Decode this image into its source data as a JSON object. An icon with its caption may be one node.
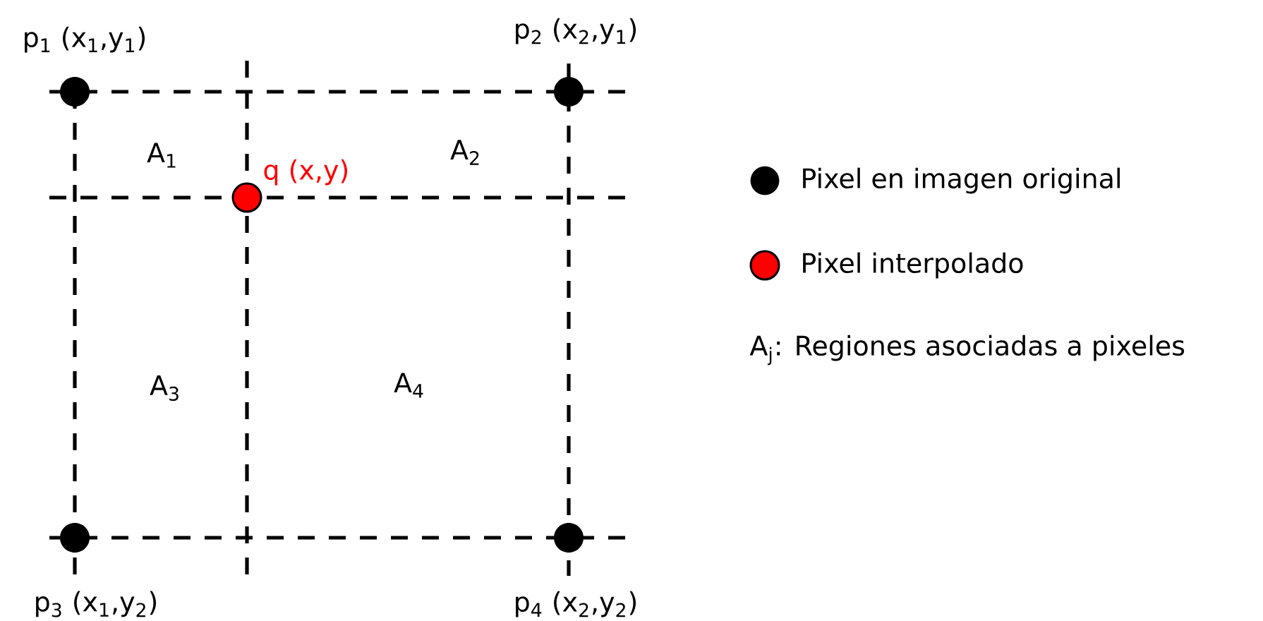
{
  "diagram": {
    "labels": [
      "p$_{1}$ (x$_{1}$,y$_{1}$)",
      "p$_{2}$ (x$_{2}$,y$_{1}$)",
      "A$_{1}$",
      "q (x,y)",
      "A$_{2}$",
      "A$_{j}$: Regiones asociadas a pixeles",
      "A$_{3}$",
      "A$_{4}$",
      "p$_{3}$ (x$_{1}$,y$_{2}$)",
      "p$_{4}$ (x$_{2}$,y$_{2}$)"
    ],
    "legend": [
      {
        "text": "Pixel en imagen original",
        "color": "#000000"
      },
      {
        "text": "Pixel interpolado",
        "color": "#ff0000"
      }
    ]
  }
}
